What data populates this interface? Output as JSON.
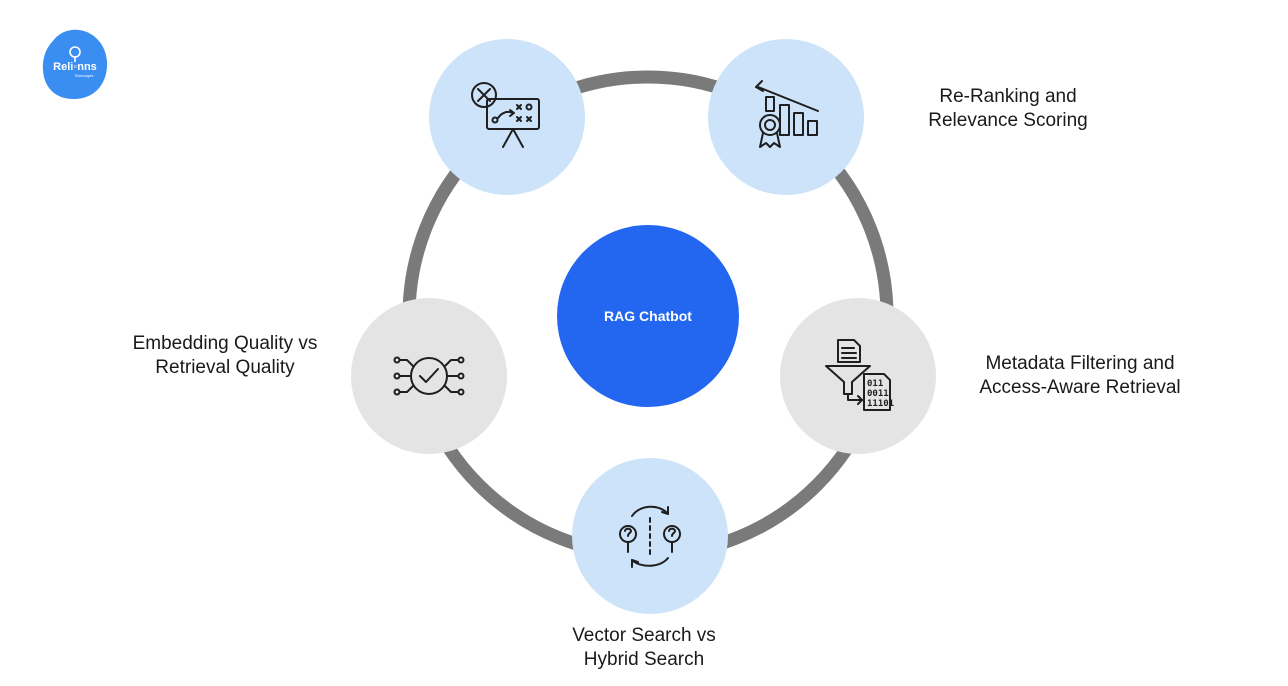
{
  "colors": {
    "ring": "#7a7a7a",
    "accent_blue": "#2367f0",
    "node_blue": "#cde3f9",
    "node_gray": "#e4e4e4",
    "logo_blue": "#3a8ef2"
  },
  "logo": {
    "text": "Reli◦nns",
    "subtext": "Technologies"
  },
  "center": {
    "label": "RAG Chatbot"
  },
  "nodes": {
    "top_left": {
      "icon": "strategy-board-icon"
    },
    "top_right": {
      "icon": "ranking-chart-award-icon",
      "label_line1": "Re-Ranking and",
      "label_line2": "Relevance Scoring"
    },
    "left": {
      "icon": "check-network-icon",
      "label_line1": "Embedding Quality vs",
      "label_line2": "Retrieval Quality"
    },
    "right": {
      "icon": "filter-binary-document-icon",
      "label_line1": "Metadata Filtering and",
      "label_line2": "Access-Aware Retrieval"
    },
    "bottom": {
      "icon": "compare-search-icon",
      "label_line1": "Vector Search vs",
      "label_line2": "Hybrid Search"
    }
  }
}
